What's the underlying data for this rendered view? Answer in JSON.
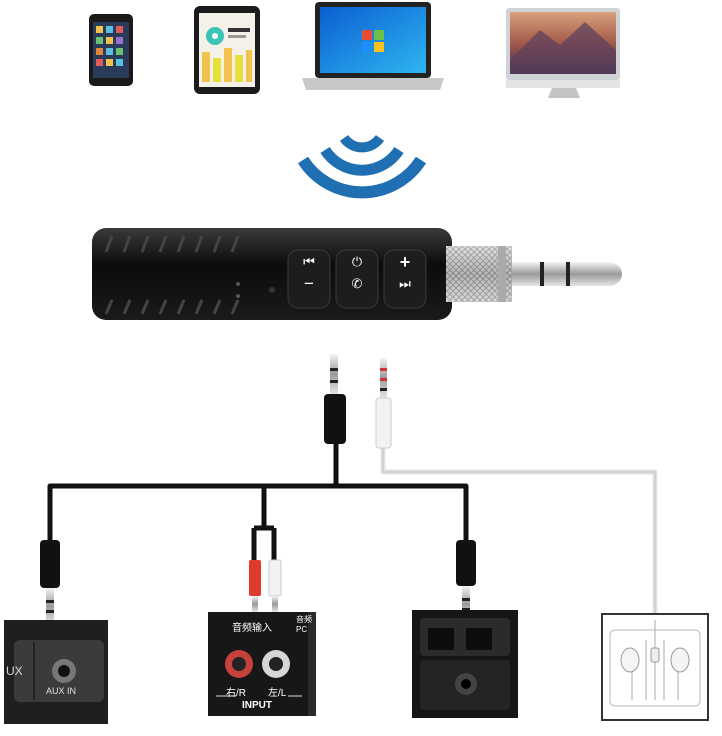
{
  "devices": [
    {
      "name": "phone-icon"
    },
    {
      "name": "tablet-icon"
    },
    {
      "name": "laptop-icon"
    },
    {
      "name": "desktop-monitor-icon"
    }
  ],
  "receiver": {
    "buttons": [
      {
        "top": "⏮",
        "bottom": "−"
      },
      {
        "top": "⏻",
        "bottom": "✆"
      },
      {
        "top": "+",
        "bottom": "⏭"
      }
    ]
  },
  "outputs": {
    "car_aux": {
      "left_text": "UX",
      "port_label": "AUX IN"
    },
    "stereo": {
      "header": "音频输入",
      "corner_text": "音频",
      "corner_sub": "PC",
      "right_label": "右/R",
      "left_label": "左/L",
      "input_label": "INPUT"
    }
  },
  "colors": {
    "signal_blue": "#1f6fb2",
    "cable": "#111111",
    "white_cable": "#e8e8e8"
  }
}
